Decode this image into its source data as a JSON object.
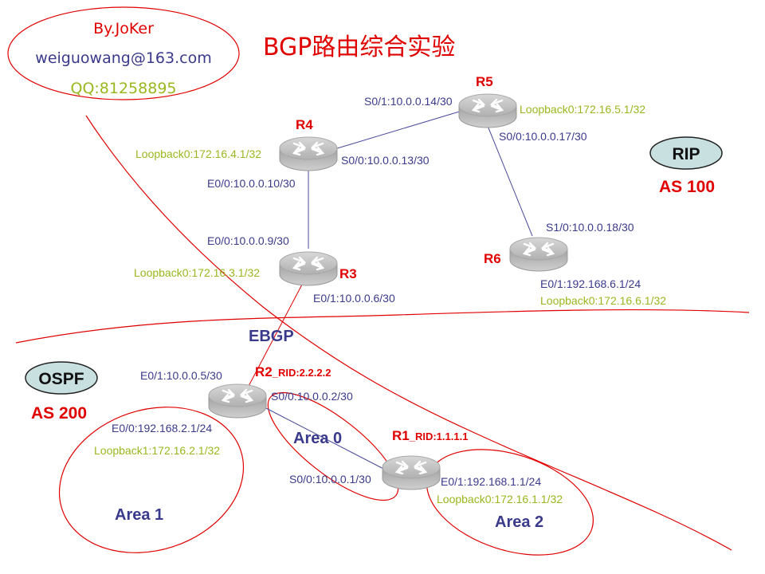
{
  "title": "BGP路由综合实验",
  "author": {
    "name": "By.JoKer",
    "email": "weiguowang@163.com",
    "qq": "QQ:81258895"
  },
  "autonomous_systems": [
    {
      "protocol": "RIP",
      "as": "AS 100"
    },
    {
      "protocol": "OSPF",
      "as": "AS 200"
    }
  ],
  "areas": [
    "Area 0",
    "Area 1",
    "Area 2"
  ],
  "link_label": "EBGP",
  "routers": [
    {
      "id": "R1",
      "name": "R1",
      "rid": "_RID:1.1.1.1"
    },
    {
      "id": "R2",
      "name": "R2",
      "rid": "_RID:2.2.2.2"
    },
    {
      "id": "R3",
      "name": "R3"
    },
    {
      "id": "R4",
      "name": "R4"
    },
    {
      "id": "R5",
      "name": "R5"
    },
    {
      "id": "R6",
      "name": "R6"
    }
  ],
  "interfaces": {
    "r5_s01": "S0/1:10.0.0.14/30",
    "r5_lo": "Loopback0:172.16.5.1/32",
    "r5_s00": "S0/0:10.0.0.17/30",
    "r4_lo": "Loopback0:172.16.4.1/32",
    "r4_s00": "S0/0:10.0.0.13/30",
    "r4_e00": "E0/0:10.0.0.10/30",
    "r3_e00": "E0/0:10.0.0.9/30",
    "r3_lo": "Loopback0:172.16.3.1/32",
    "r3_e01": "E0/1:10.0.0.6/30",
    "r6_s10": "S1/0:10.0.0.18/30",
    "r6_e01": "E0/1:192.168.6.1/24",
    "r6_lo": "Loopback0:172.16.6.1/32",
    "r2_e01": "E0/1:10.0.0.5/30",
    "r2_s00": "S0/0:10.0.0.2/30",
    "r2_e00": "E0/0:192.168.2.1/24",
    "r2_lo": "Loopback1:172.16.2.1/32",
    "r1_s00": "S0/0:10.0.0.1/30",
    "r1_e01": "E0/1:192.168.1.1/24",
    "r1_lo": "Loopback0:172.16.1.1/32"
  },
  "colors": {
    "title": "#e00000",
    "boundary": "#e00000",
    "link": "#4a4a9a",
    "interface_text": "#3a3a8c",
    "loopback_text": "#99b81f",
    "router_body": "#b8b8b8",
    "as_badge": "#c8e0e0"
  }
}
